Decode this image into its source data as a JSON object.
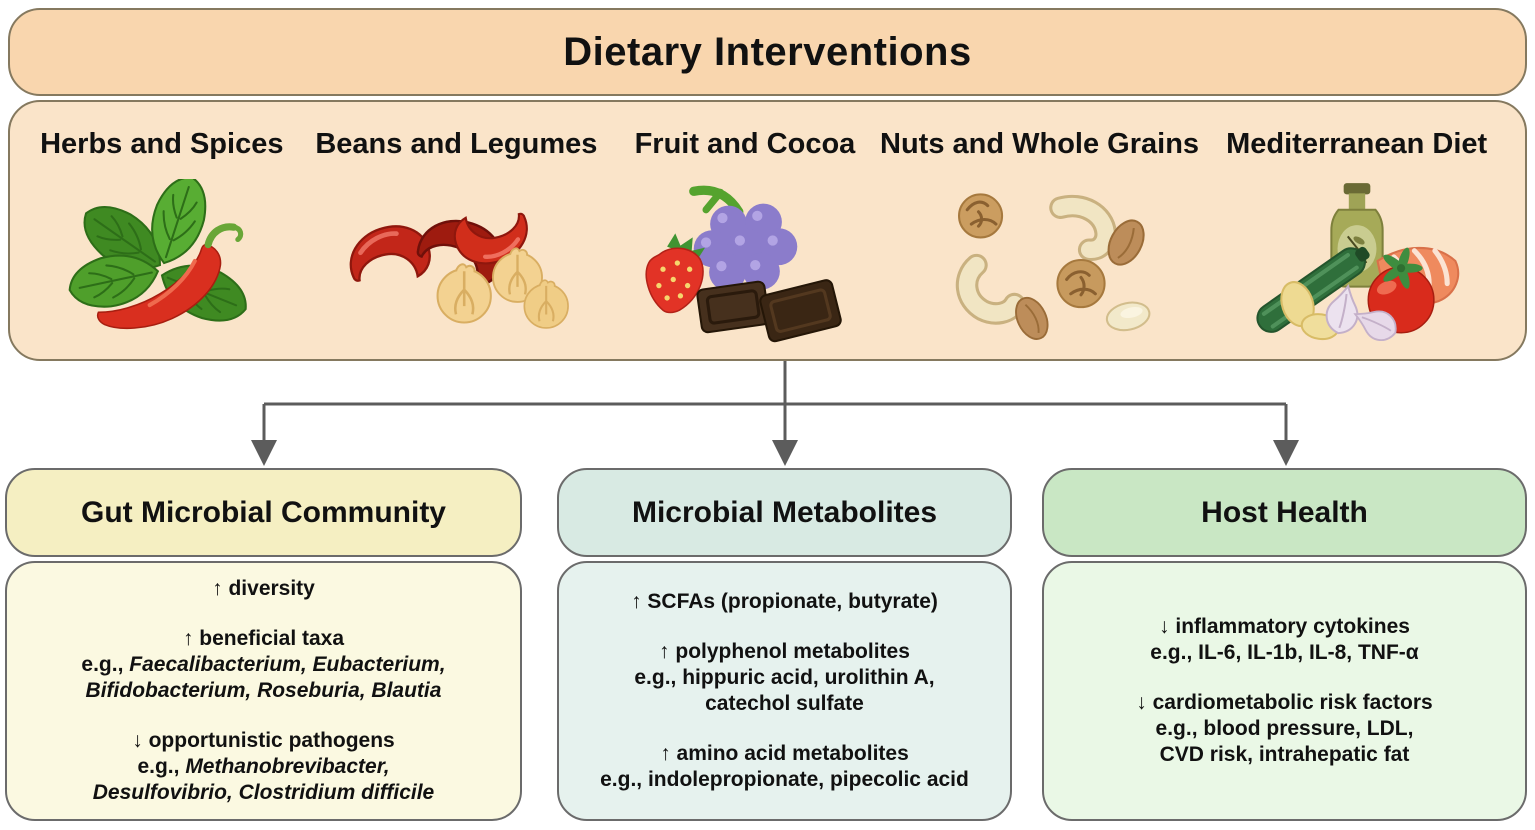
{
  "title": "Dietary Interventions",
  "food_panel": {
    "categories": [
      {
        "label": "Herbs and Spices",
        "icon": "basil-and-chili-icon"
      },
      {
        "label": "Beans and Legumes",
        "icon": "kidney-beans-and-chickpeas-icon"
      },
      {
        "label": "Fruit and Cocoa",
        "icon": "strawberry-grapes-chocolate-icon"
      },
      {
        "label": "Nuts and Whole Grains",
        "icon": "mixed-nuts-icon"
      },
      {
        "label": "Mediterranean Diet",
        "icon": "olive-oil-vegetables-fish-icon"
      }
    ]
  },
  "outcome_boxes": [
    {
      "title": "Gut Microbial Community",
      "header_bg": "#f5efc2",
      "body_bg": "#fbf9e1",
      "paragraphs": [
        {
          "lines": [
            [
              {
                "t": "↑ diversity"
              }
            ]
          ]
        },
        {
          "lines": [
            [
              {
                "t": "↑ beneficial taxa"
              }
            ],
            [
              {
                "t": "e.g., "
              },
              {
                "t": "Faecalibacterium, Eubacterium,",
                "i": true
              }
            ],
            [
              {
                "t": "Bifidobacterium, Roseburia, Blautia",
                "i": true
              }
            ]
          ]
        },
        {
          "lines": [
            [
              {
                "t": "↓ opportunistic pathogens"
              }
            ],
            [
              {
                "t": "e.g., "
              },
              {
                "t": "Methanobrevibacter,",
                "i": true
              }
            ],
            [
              {
                "t": "Desulfovibrio, Clostridium difficile",
                "i": true
              }
            ]
          ]
        }
      ]
    },
    {
      "title": "Microbial Metabolites",
      "header_bg": "#d8eae3",
      "body_bg": "#e6f2ee",
      "paragraphs": [
        {
          "lines": [
            [
              {
                "t": "↑ SCFAs (propionate, butyrate)"
              }
            ]
          ]
        },
        {
          "lines": [
            [
              {
                "t": "↑ polyphenol metabolites"
              }
            ],
            [
              {
                "t": "e.g., hippuric acid, urolithin A,"
              }
            ],
            [
              {
                "t": "catechol sulfate"
              }
            ]
          ]
        },
        {
          "lines": [
            [
              {
                "t": "↑ amino acid metabolites"
              }
            ],
            [
              {
                "t": "e.g., indolepropionate, pipecolic acid"
              }
            ]
          ]
        }
      ]
    },
    {
      "title": "Host Health",
      "header_bg": "#c9e7c4",
      "body_bg": "#eaf8e6",
      "paragraphs": [
        {
          "lines": [
            [
              {
                "t": "↓ inflammatory cytokines"
              }
            ],
            [
              {
                "t": "e.g., IL-6, IL-1b, IL-8, TNF-α"
              }
            ]
          ]
        },
        {
          "lines": [
            [
              {
                "t": "↓ cardiometabolic risk factors"
              }
            ],
            [
              {
                "t": "e.g., blood pressure, LDL,"
              }
            ],
            [
              {
                "t": "CVD risk, intrahepatic fat"
              }
            ]
          ]
        }
      ]
    }
  ],
  "colors": {
    "banner_bg": "#f9d6ae",
    "panel_bg": "#fae4c9",
    "banner_border": "#85795f",
    "box_border": "#6b6b6b",
    "connector": "#5c5c5c",
    "text": "#111111"
  }
}
